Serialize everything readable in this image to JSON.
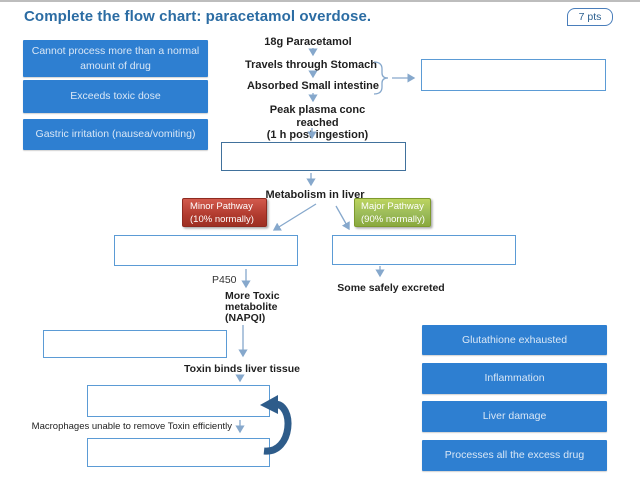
{
  "header": {
    "title": "Complete the flow chart: paracetamol overdose.",
    "points_badge": "7 pts"
  },
  "bank_left": [
    "Cannot process more than a normal\namount of drug",
    "Exceeds toxic dose",
    "Gastric irritation (nausea/vomiting)"
  ],
  "bank_right": [
    "Glutathione exhausted",
    "Inflammation",
    "Liver damage",
    "Processes all the excess drug"
  ],
  "flow": {
    "start": "18g Paracetamol",
    "stomach": "Travels through Stomach",
    "intestine": "Absorbed Small intestine",
    "peak": "Peak plasma conc reached\n(1 h post ingestion)",
    "metabolism": "Metabolism in liver",
    "minor_pathway": "Minor Pathway\n(10% normally)",
    "major_pathway": "Major Pathway\n(90% normally)",
    "p450": "P450",
    "toxic_metabolite": "More Toxic\nmetabolite\n(NAPQI)",
    "excreted": "Some safely excreted",
    "toxin_binds": "Toxin binds liver tissue",
    "macrophages": "Macrophages unable to remove Toxin efficiently"
  },
  "colors": {
    "title": "#2B6CA3",
    "bank_box": "#2E7FD1",
    "minor_pathway": "#B03A2E",
    "major_pathway": "#9BBB59",
    "connector": "#86A8CC",
    "loop_arrow": "#2E5C8A",
    "drop_border": "#5B9BD5"
  }
}
